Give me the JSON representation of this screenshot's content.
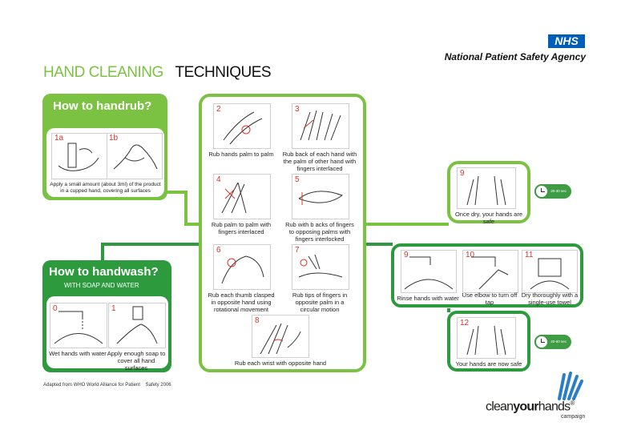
{
  "header": {
    "title_part1": "HAND CLEANING",
    "title_part2": "TECHNIQUES",
    "nhs_logo": "NHS",
    "agency": "National Patient Safety Agency"
  },
  "handrub": {
    "heading": "How to handrub?",
    "steps": [
      {
        "num": "1a"
      },
      {
        "num": "1b"
      }
    ],
    "caption": "Apply a small amount (about 3ml) of the product in a cupped hand, covering all surfaces"
  },
  "handwash": {
    "heading": "How to handwash?",
    "subheading": "WITH SOAP AND WATER",
    "steps": [
      {
        "num": "0",
        "caption": "Wet hands with water"
      },
      {
        "num": "1",
        "caption": "Apply enough soap to cover all hand surfaces"
      }
    ]
  },
  "techniques": [
    {
      "num": "2",
      "caption": "Rub hands palm to palm"
    },
    {
      "num": "3",
      "caption": "Rub back of each hand with the palm of other hand with fingers interlaced"
    },
    {
      "num": "4",
      "caption": "Rub palm to palm with fingers interlaced"
    },
    {
      "num": "5",
      "caption": "Rub with b acks of fingers to opposing palms with fingers interlocked"
    },
    {
      "num": "6",
      "caption": "Rub each thumb clasped in opposite hand using rotational movement"
    },
    {
      "num": "7",
      "caption": "Rub tips of fingers in opposite palm in a circular motion"
    },
    {
      "num": "8",
      "caption": "Rub each wrist with opposite hand"
    }
  ],
  "rub_end": {
    "num": "9",
    "caption": "Once dry, your hands are safe",
    "time": "20-30 sec"
  },
  "wash_end": [
    {
      "num": "9",
      "caption": "Rinse hands with water"
    },
    {
      "num": "10",
      "caption": "Use elbow to turn off tap"
    },
    {
      "num": "11",
      "caption": "Dry thoroughly with a single-use towel"
    }
  ],
  "wash_final": {
    "num": "12",
    "caption": "Your hands are now safe",
    "time": "40-60 sec"
  },
  "footer": {
    "credit": "Adapted from WHO World Alliance for Patient    Safety 2006",
    "logo_clean": "clean",
    "logo_your": "your",
    "logo_hands": "hands",
    "logo_reg": "®",
    "logo_campaign": "campaign"
  },
  "colors": {
    "light_green": "#7cc242",
    "dark_green": "#2e9a3e",
    "red": "#d8342c",
    "nhs_blue": "#005eb8"
  }
}
